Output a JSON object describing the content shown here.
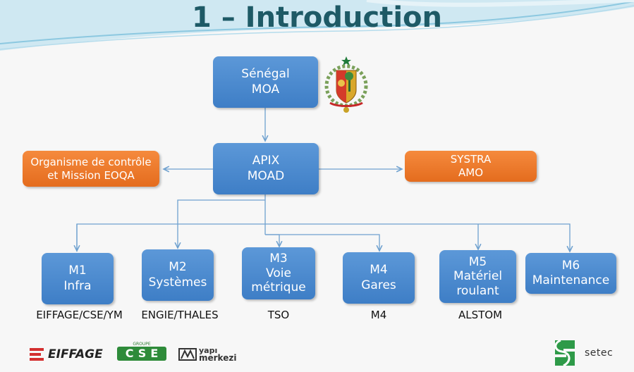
{
  "title": "1 – Introduction",
  "nodes": {
    "senegal": {
      "line1": "Sénégal",
      "line2": "MOA"
    },
    "apix": {
      "line1": "APIX",
      "line2": "MOAD"
    },
    "controle": {
      "line1": "Organisme de contrôle",
      "line2": "et Mission EOQA"
    },
    "systra": {
      "line1": "SYSTRA",
      "line2": "AMO"
    },
    "m1": {
      "line1": "M1",
      "line2": "Infra",
      "sub": "EIFFAGE/CSE/YM"
    },
    "m2": {
      "line1": "M2",
      "line2": "Systèmes",
      "sub": "ENGIE/THALES"
    },
    "m3": {
      "line1": "M3",
      "line2": "Voie",
      "line3": "métrique",
      "sub": "TSO"
    },
    "m4": {
      "line1": "M4",
      "line2": "Gares",
      "sub": "M4"
    },
    "m5": {
      "line1": "M5",
      "line2": "Matériel",
      "line3": "roulant",
      "sub": "ALSTOM"
    },
    "m6": {
      "line1": "M6",
      "line2": "Maintenance"
    }
  },
  "logos": {
    "eiffage": "EIFFAGE",
    "cse": "CSE",
    "cse_top": "GROUPE",
    "yapi": "yapı",
    "merkezi": "merkezi",
    "setec": "setec"
  },
  "colors": {
    "title": "#1e5a66",
    "blue_box": "#4a89d0",
    "orange_box": "#ec7a2c",
    "connector": "#6fa1cf"
  }
}
